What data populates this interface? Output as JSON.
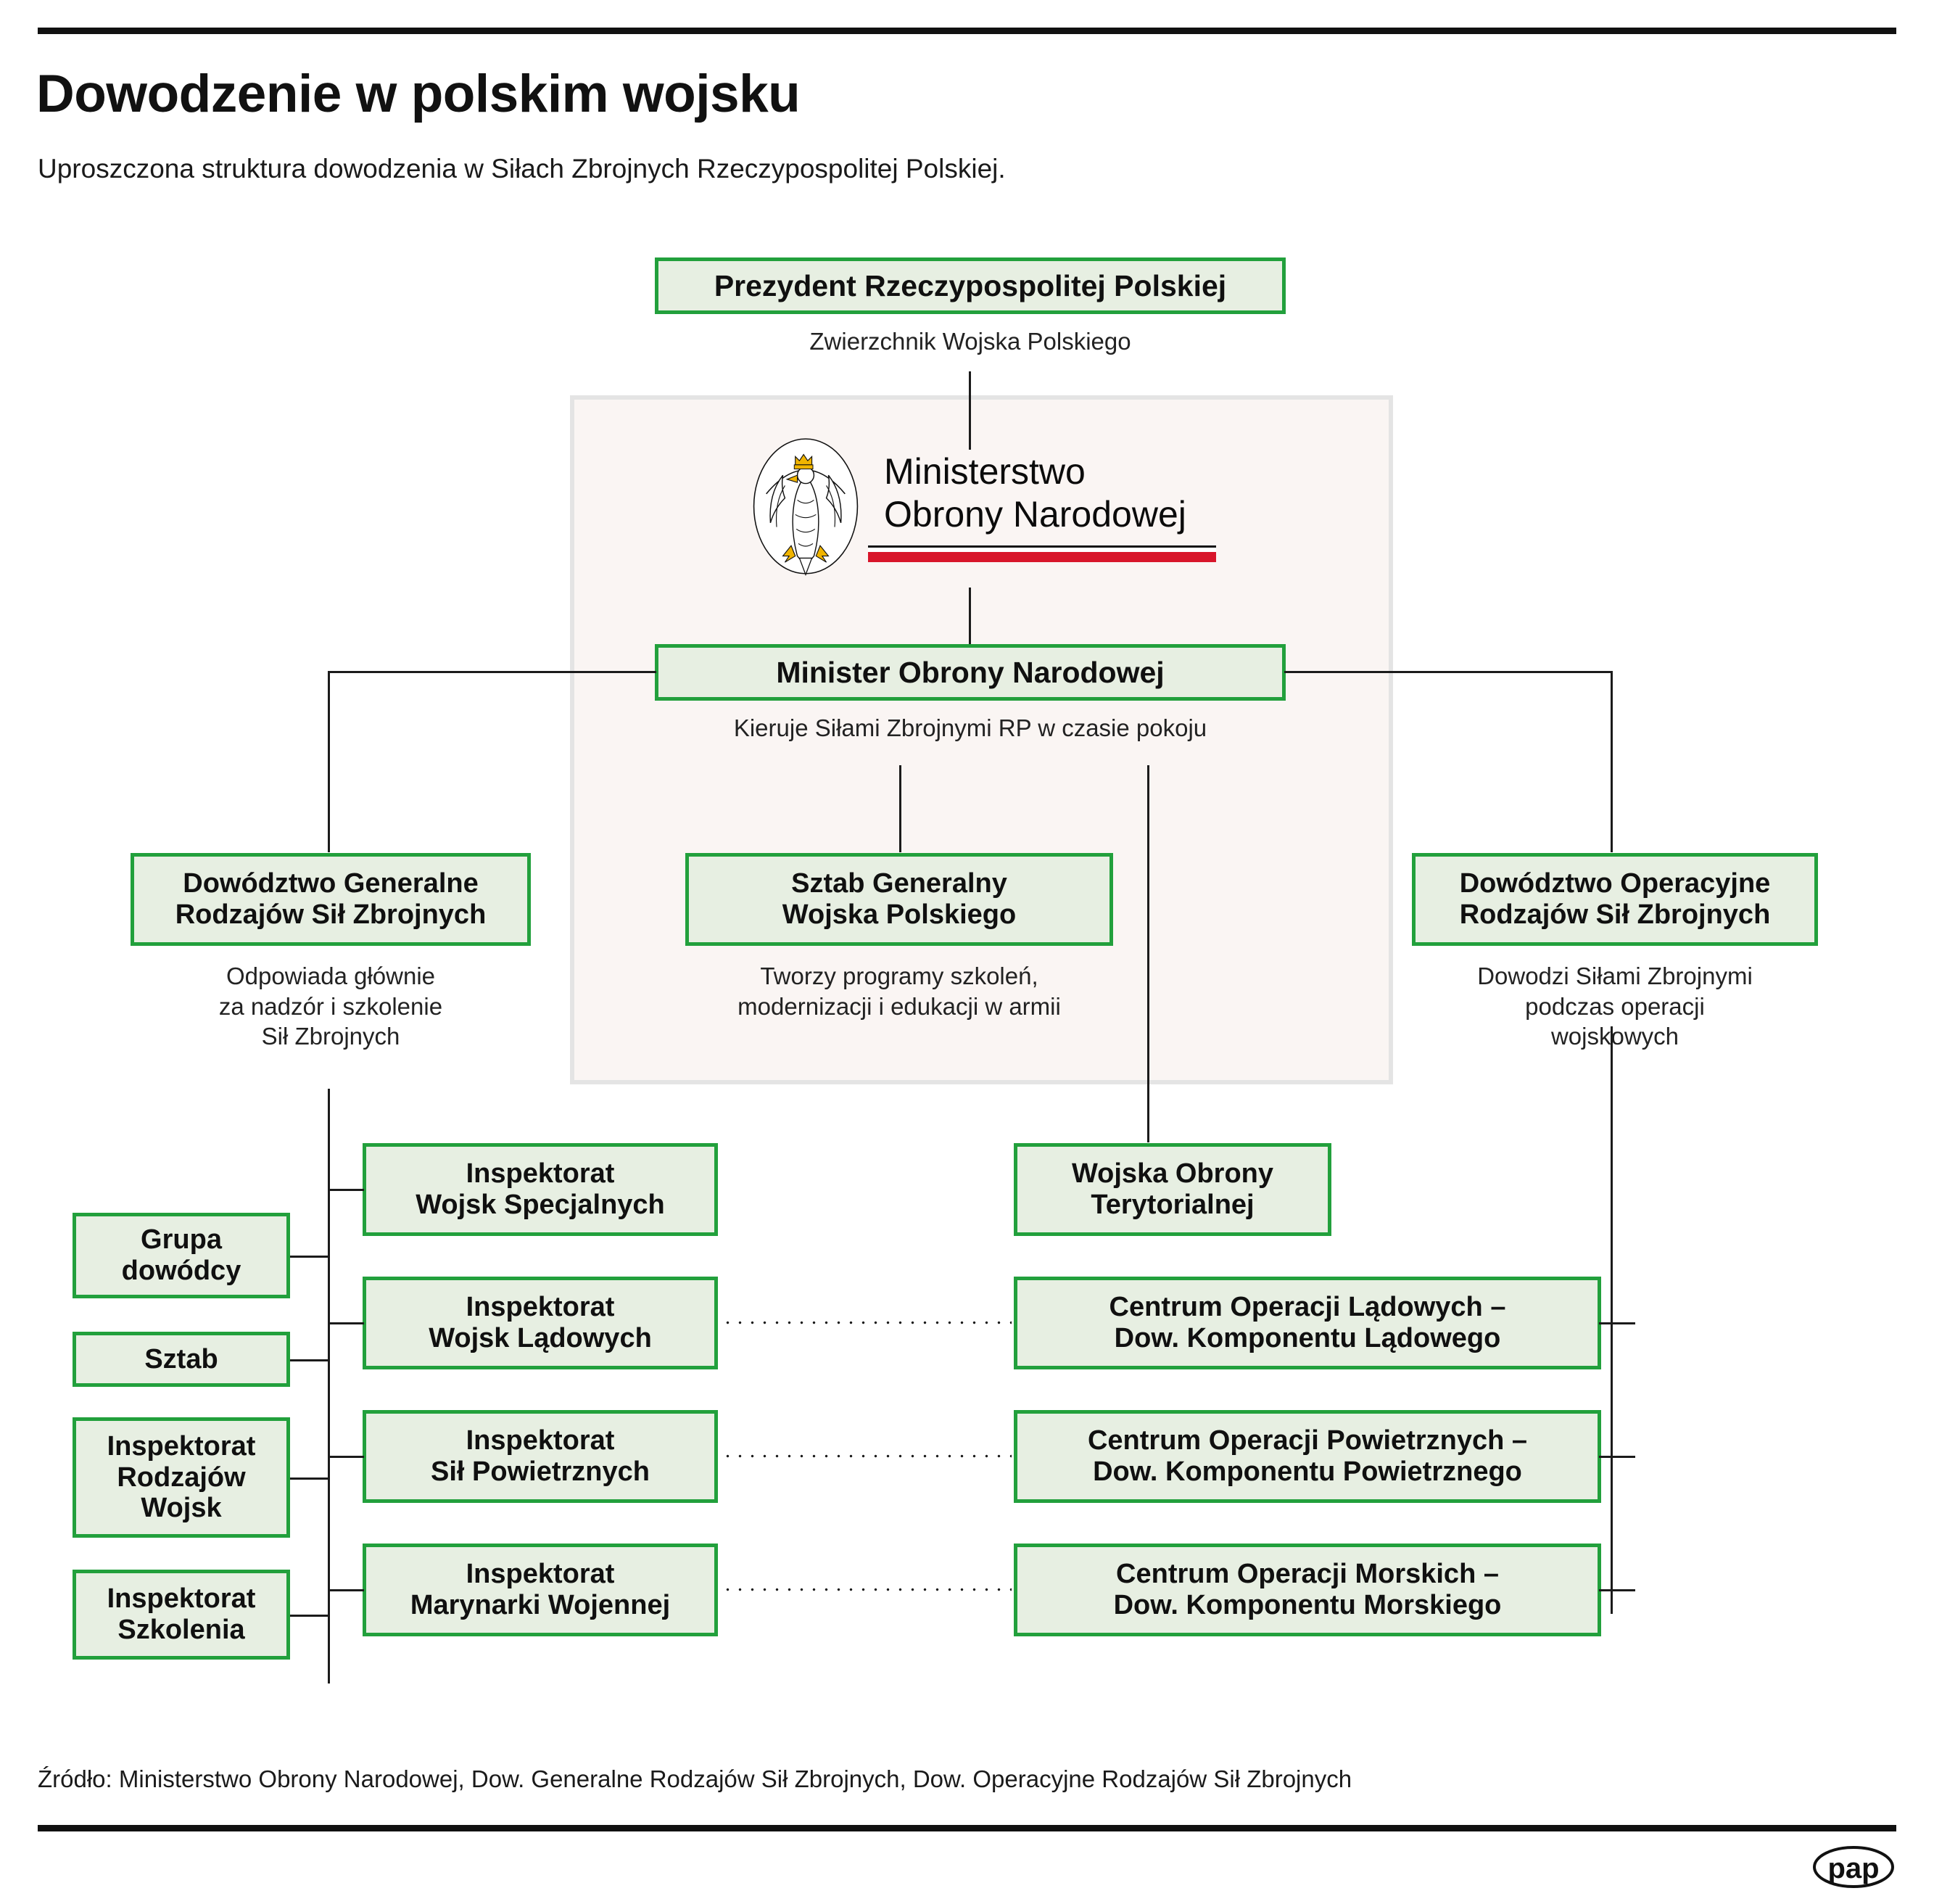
{
  "header": {
    "title": "Dowodzenie w polskim wojsku",
    "subtitle": "Uproszczona struktura dowodzenia w Siłach Zbrojnych Rzeczypospolitej Polskiej."
  },
  "colors": {
    "box_border": "#22a03c",
    "box_fill": "#e7efe2",
    "panel_border": "#e4e4e4",
    "panel_fill": "#faf5f3",
    "flag_red": "#d8152a",
    "crown_gold": "#f0b400",
    "rule": "#111111"
  },
  "chart_data": {
    "type": "diagram",
    "title": "Dowodzenie w polskim wojsku",
    "nodes": [
      {
        "id": "president",
        "label": "Prezydent Rzeczypospolitej Polskiej",
        "caption": "Zwierzchnik Wojska Polskiego",
        "level": 0
      },
      {
        "id": "mon",
        "label": "Ministerstwo Obrony Narodowej",
        "caption": "",
        "level": 1
      },
      {
        "id": "minister",
        "label": "Minister Obrony Narodowej",
        "caption": "Kieruje Siłami Zbrojnymi RP w czasie pokoju",
        "level": 2
      },
      {
        "id": "dgrsz",
        "label": "Dowództwo Generalne Rodzajów Sił Zbrojnych",
        "caption": "Odpowiada głównie za nadzór i szkolenie Sił Zbrojnych",
        "level": 3
      },
      {
        "id": "sgwp",
        "label": "Sztab Generalny Wojska Polskiego",
        "caption": "Tworzy programy szkoleń, modernizacji i edukacji w armii",
        "level": 3
      },
      {
        "id": "dorsz",
        "label": "Dowództwo Operacyjne Rodzajów Sił Zbrojnych",
        "caption": "Dowodzi Siłami Zbrojnymi podczas operacji wojskowych",
        "level": 3
      }
    ],
    "edges": [
      [
        "president",
        "mon"
      ],
      [
        "mon",
        "minister"
      ],
      [
        "minister",
        "dgrsz"
      ],
      [
        "minister",
        "sgwp"
      ],
      [
        "minister",
        "dorsz"
      ],
      [
        "minister",
        "wot"
      ],
      [
        "dgrsz",
        "insp_spec"
      ],
      [
        "dgrsz",
        "insp_lad"
      ],
      [
        "dgrsz",
        "insp_pow"
      ],
      [
        "dgrsz",
        "insp_mar"
      ],
      [
        "dgrsz",
        "grupa"
      ],
      [
        "dgrsz",
        "sztab"
      ],
      [
        "dgrsz",
        "insp_rodz"
      ],
      [
        "dgrsz",
        "insp_szkol"
      ],
      [
        "dorsz",
        "cent_lad"
      ],
      [
        "dorsz",
        "cent_pow"
      ],
      [
        "dorsz",
        "cent_mor"
      ]
    ],
    "dotted_links": [
      [
        "insp_lad",
        "cent_lad"
      ],
      [
        "insp_pow",
        "cent_pow"
      ],
      [
        "insp_mar",
        "cent_mor"
      ]
    ]
  },
  "boxes": {
    "president": {
      "label": "Prezydent Rzeczypospolitej Polskiej"
    },
    "president_caption": {
      "text": "Zwierzchnik Wojska Polskiego"
    },
    "ministry": {
      "line1": "Ministerstwo",
      "line2": "Obrony Narodowej",
      "logo_icon": "polish-eagle-icon"
    },
    "minister": {
      "label": "Minister Obrony Narodowej"
    },
    "minister_caption": {
      "text": "Kieruje Siłami Zbrojnymi RP w czasie pokoju"
    },
    "dgrsz": {
      "line1": "Dowództwo Generalne",
      "line2": "Rodzajów Sił Zbrojnych"
    },
    "dgrsz_caption": {
      "line1": "Odpowiada głównie",
      "line2": "za nadzór i szkolenie",
      "line3": "Sił Zbrojnych"
    },
    "sgwp": {
      "line1": "Sztab Generalny",
      "line2": "Wojska Polskiego"
    },
    "sgwp_caption": {
      "line1": "Tworzy programy szkoleń,",
      "line2": "modernizacji i edukacji w armii"
    },
    "dorsz": {
      "line1": "Dowództwo Operacyjne",
      "line2": "Rodzajów Sił Zbrojnych"
    },
    "dorsz_caption": {
      "line1": "Dowodzi Siłami Zbrojnymi",
      "line2": "podczas operacji",
      "line3": "wojskowych"
    },
    "wot": {
      "line1": "Wojska Obrony",
      "line2": "Terytorialnej"
    }
  },
  "left_column": [
    {
      "line1": "Grupa",
      "line2": "dowódcy"
    },
    {
      "line1": "Sztab",
      "line2": ""
    },
    {
      "line1": "Inspektorat",
      "line2": "Rodzajów",
      "line3": "Wojsk"
    },
    {
      "line1": "Inspektorat",
      "line2": "Szkolenia"
    }
  ],
  "inspectorates": [
    {
      "line1": "Inspektorat",
      "line2": "Wojsk Specjalnych"
    },
    {
      "line1": "Inspektorat",
      "line2": "Wojsk Lądowych"
    },
    {
      "line1": "Inspektorat",
      "line2": "Sił Powietrznych"
    },
    {
      "line1": "Inspektorat",
      "line2": "Marynarki Wojennej"
    }
  ],
  "centers": [
    {
      "line1": "Centrum Operacji Lądowych –",
      "line2": "Dow. Komponentu Lądowego"
    },
    {
      "line1": "Centrum Operacji  Powietrznych –",
      "line2": "Dow. Komponentu Powietrznego"
    },
    {
      "line1": "Centrum Operacji Morskich –",
      "line2": "Dow. Komponentu Morskiego"
    }
  ],
  "footer": {
    "source": "Źródło: Ministerstwo Obrony Narodowej, Dow. Generalne Rodzajów Sił Zbrojnych, Dow. Operacyjne Rodzajów Sił Zbrojnych",
    "logo_text": "pap"
  }
}
